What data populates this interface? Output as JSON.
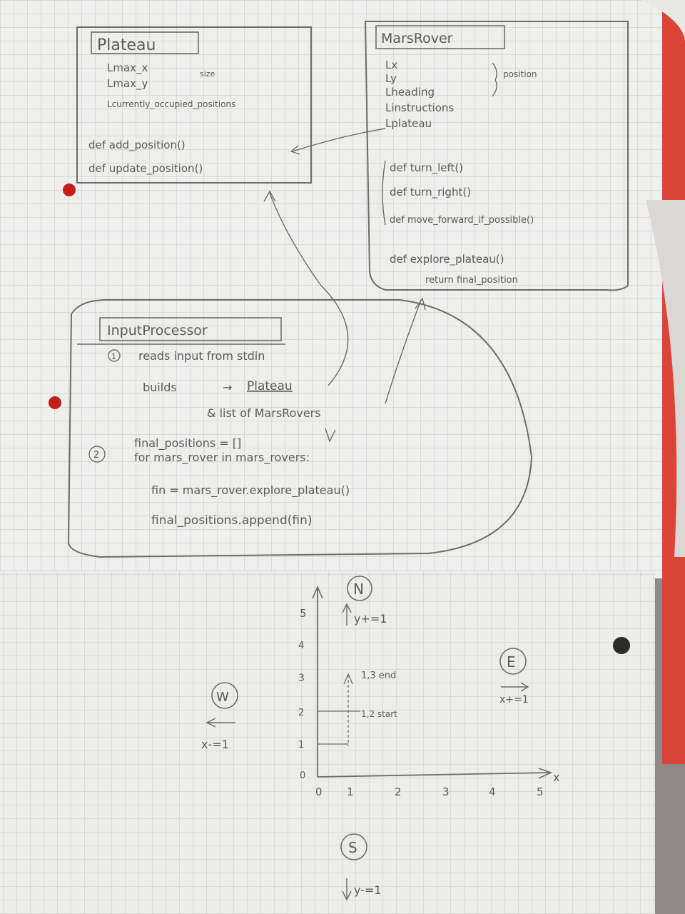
{
  "plateau": {
    "title": "Plateau",
    "attr_max_x": "Lmax_x",
    "attr_max_y": "Lmax_y",
    "size_note": "size",
    "attr_occupied": "Lcurrently_occupied_positions",
    "method_add": "def add_position()",
    "method_update": "def update_position()"
  },
  "mars_rover": {
    "title": "MarsRover",
    "attr_x": "Lx",
    "attr_y": "Ly",
    "attr_heading": "Lheading",
    "position_note": "position",
    "attr_instructions": "Linstructions",
    "attr_plateau": "Lplateau",
    "method_left": "def turn_left()",
    "method_right": "def turn_right()",
    "method_move": "def move_forward_if_possible()",
    "method_explore": "def explore_plateau()",
    "explore_returns": "return final_position"
  },
  "input_processor": {
    "title": "InputProcessor",
    "step1_num": "1",
    "step1_text": "reads input from stdin",
    "builds_label": "builds",
    "builds_arrow": "→",
    "builds_plateau": "Plateau",
    "builds_rovers": "& list of MarsRovers",
    "step2_num": "2",
    "code_init": "final_positions = []",
    "code_loop": "for mars_rover in mars_rovers:",
    "code_explore": "fin = mars_rover.explore_plateau()",
    "code_append": "final_positions.append(fin)"
  },
  "compass_grid": {
    "north": "N",
    "north_rule": "y+=1",
    "south": "S",
    "south_rule": "y-=1",
    "east": "E",
    "east_rule": "x+=1",
    "west": "W",
    "west_rule": "x-=1",
    "axis_x": "x",
    "x_ticks": [
      "0",
      "1",
      "2",
      "3",
      "4",
      "5"
    ],
    "y_ticks": [
      "0",
      "1",
      "2",
      "3",
      "4",
      "5"
    ],
    "point_start": "1,2 start",
    "point_end": "1,3 end"
  }
}
